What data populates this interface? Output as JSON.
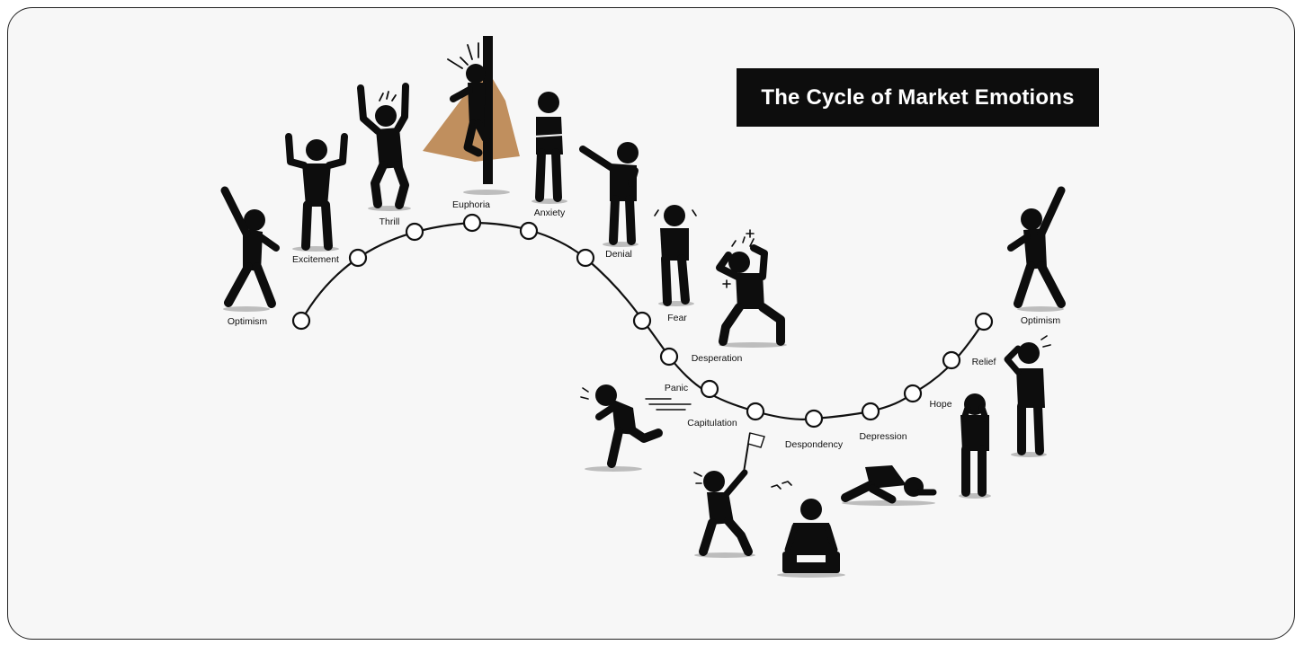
{
  "title": "The Cycle of Market Emotions",
  "stages": [
    {
      "label": "Optimism"
    },
    {
      "label": "Excitement"
    },
    {
      "label": "Thrill"
    },
    {
      "label": "Euphoria"
    },
    {
      "label": "Anxiety"
    },
    {
      "label": "Denial"
    },
    {
      "label": "Fear"
    },
    {
      "label": "Desperation"
    },
    {
      "label": "Panic"
    },
    {
      "label": "Capitulation"
    },
    {
      "label": "Despondency"
    },
    {
      "label": "Depression"
    },
    {
      "label": "Hope"
    },
    {
      "label": "Relief"
    },
    {
      "label": "Optimism"
    }
  ],
  "colors": {
    "background": "#f7f7f7",
    "title_background": "#0d0d0d",
    "title_text": "#ffffff",
    "figure": "#0d0d0d",
    "cape": "#c08f5e"
  }
}
